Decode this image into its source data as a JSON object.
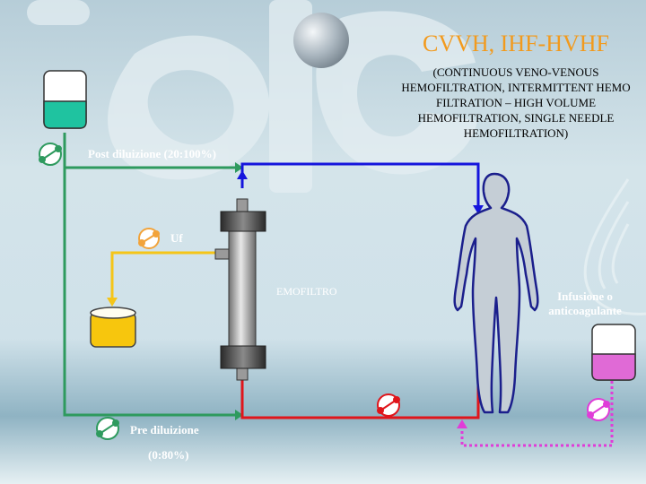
{
  "title": "CVVH,  IHF-HVHF",
  "subtitle": "(CONTINUOUS VENO-VENOUS HEMOFILTRATION, INTERMITTENT HEMO FILTRATION – HIGH VOLUME HEMOFILTRATION, SINGLE NEEDLE HEMOFILTRATION)",
  "labels": {
    "post_diluizione": "Post diluizione (20:100%)",
    "uf": "Uf",
    "emofiltro": "EMOFILTRO",
    "infusione": "Infusione o anticoagulante",
    "pre_diluizione": "Pre diluizione",
    "pre_ratio": "(0:80%)"
  },
  "colors": {
    "substitution_line": "#2e9a5e",
    "ultrafiltrate_line": "#f5c518",
    "arterial_line": "#e0151b",
    "venous_line": "#1515dd",
    "infusion_line": "#e03cd8",
    "title": "#f29a1d"
  },
  "icons": [
    "replacement-fluid-bag-icon",
    "ultrafiltrate-container-icon",
    "infusion-bag-icon",
    "pump-icon",
    "hemofilter-icon",
    "patient-silhouette-icon"
  ]
}
